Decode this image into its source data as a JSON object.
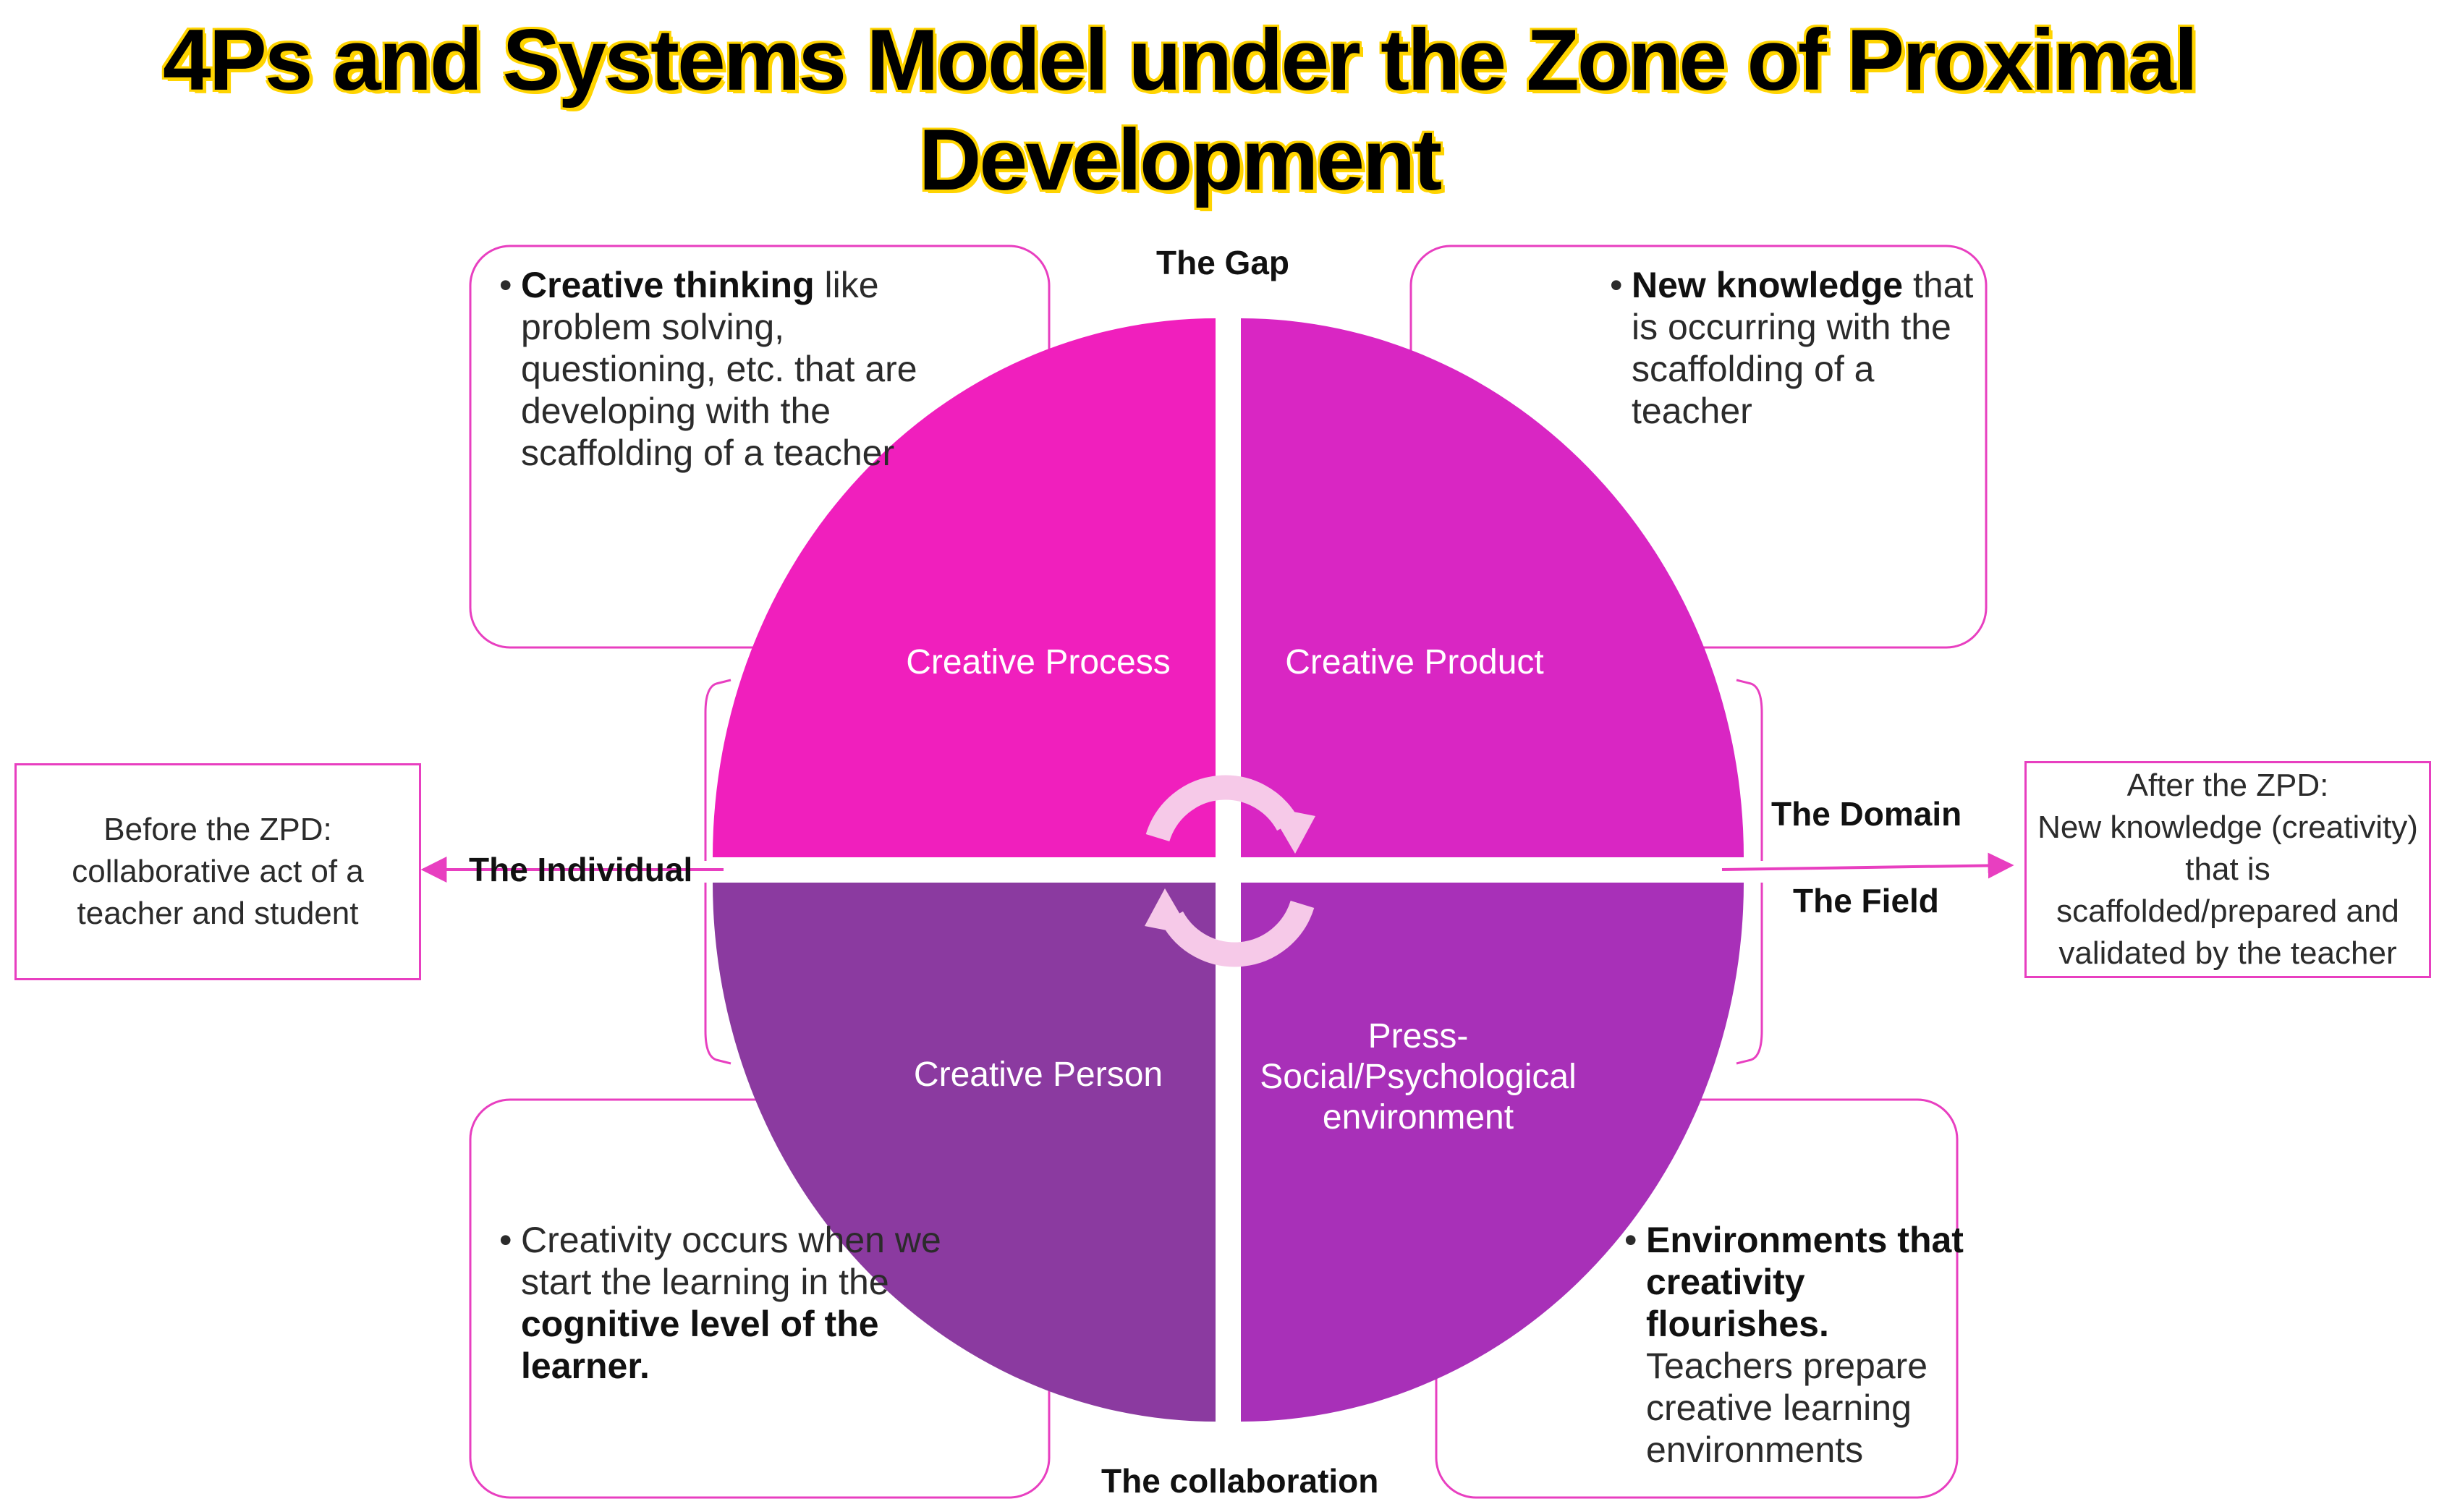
{
  "title": "4Ps and Systems Model under the Zone of Proximal Development",
  "colors": {
    "process": "#f01fbd",
    "product": "#d926c3",
    "person": "#8b3aa0",
    "press": "#a830b8",
    "border": "#e83fc0",
    "arrow": "#f6c9e8",
    "title_outline": "#ffd400"
  },
  "quadrants": {
    "process": "Creative Process",
    "product": "Creative Product",
    "person": "Creative Person",
    "press": "Press-\nSocial/Psychological\nenvironment"
  },
  "labels": {
    "gap": "The Gap",
    "collaboration": "The collaboration",
    "individual": "The Individual",
    "domain": "The Domain",
    "field": "The Field"
  },
  "boxes": {
    "top_left": {
      "bold": "Creative thinking",
      "text": " like problem solving, questioning, etc. that are developing with the scaffolding of a teacher"
    },
    "top_right": {
      "bold": "New knowledge",
      "text": " that is occurring with the scaffolding of a teacher"
    },
    "bottom_left": {
      "text": "Creativity occurs when we start the learning in the ",
      "bold": "cognitive level of the learner."
    },
    "bottom_right": {
      "bold": "Environments that creativity flourishes.",
      "text": " Teachers prepare creative learning environments"
    }
  },
  "before_zpd": "Before the ZPD:\ncollaborative act of a\nteacher and student",
  "after_zpd": "After the ZPD:\nNew knowledge (creativity)\nthat is\nscaffolded/prepared and\nvalidated by the teacher",
  "bullet_char": "•",
  "icons": [
    "cycle-arrow-icon"
  ]
}
